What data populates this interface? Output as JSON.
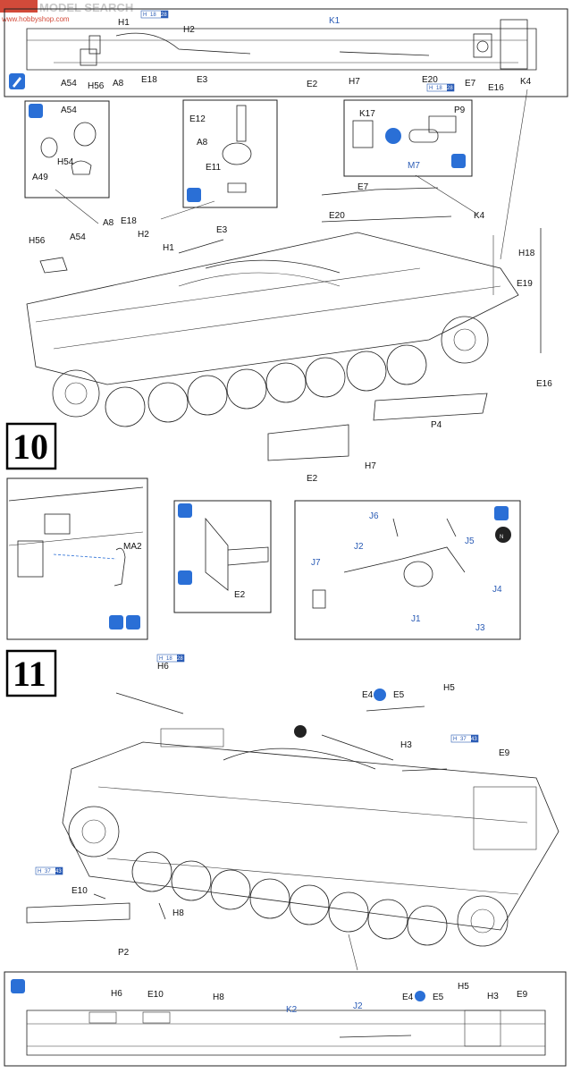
{
  "watermark": {
    "site": "MODEL SEARCH",
    "url": "www.hobbyshop.com"
  },
  "steps": [
    "10",
    "11"
  ],
  "paint_codes": {
    "h18": "18",
    "h28": "28",
    "h37": "37",
    "h43": "43"
  },
  "top_inset": {
    "labels": [
      "H1",
      "H2",
      "K1",
      "A54",
      "H56",
      "A8",
      "E18",
      "E3",
      "E2",
      "H7",
      "E20",
      "E7",
      "E16",
      "K4"
    ]
  },
  "inset_a54": {
    "labels": [
      "A54",
      "H54",
      "A49"
    ]
  },
  "inset_a8": {
    "labels": [
      "E12",
      "A8",
      "E11"
    ]
  },
  "inset_k17": {
    "labels": [
      "K17",
      "P9",
      "M7"
    ]
  },
  "main10": {
    "labels": [
      "E7",
      "E20",
      "K4",
      "A8",
      "E18",
      "E3",
      "H56",
      "A54",
      "H2",
      "H1",
      "H18",
      "E19",
      "E16",
      "P4",
      "H7",
      "E2"
    ]
  },
  "detail_ma2": {
    "labels": [
      "MA2"
    ]
  },
  "detail_e2": {
    "labels": [
      "E2"
    ]
  },
  "detail_j": {
    "labels": [
      "J6",
      "J5",
      "J2",
      "J7",
      "J4",
      "J1",
      "J3"
    ]
  },
  "main11": {
    "labels": [
      "H6",
      "E4",
      "E5",
      "H5",
      "H3",
      "E9",
      "E10",
      "H8",
      "P2"
    ]
  },
  "bottom_inset": {
    "labels": [
      "H6",
      "E10",
      "H8",
      "K2",
      "J2",
      "E4",
      "E5",
      "H5",
      "H3",
      "E9"
    ]
  }
}
